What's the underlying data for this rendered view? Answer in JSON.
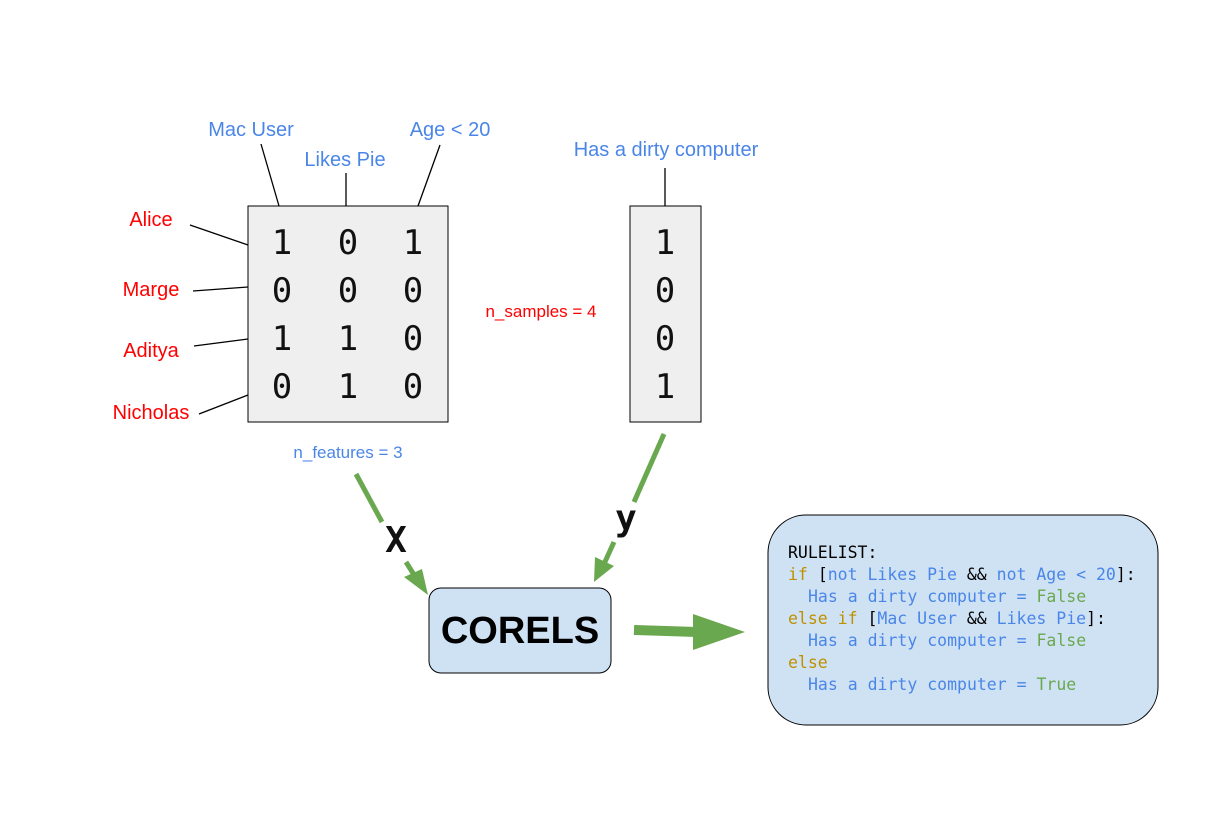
{
  "features": {
    "mac_user": "Mac User",
    "likes_pie": "Likes Pie",
    "age_lt_20": "Age < 20"
  },
  "target_label": "Has a dirty computer",
  "samples": [
    "Alice",
    "Marge",
    "Aditya",
    "Nicholas"
  ],
  "X_matrix": [
    [
      "1",
      "0",
      "1"
    ],
    [
      "0",
      "0",
      "0"
    ],
    [
      "1",
      "1",
      "0"
    ],
    [
      "0",
      "1",
      "0"
    ]
  ],
  "y_vector": [
    "1",
    "0",
    "0",
    "1"
  ],
  "n_samples_label": "n_samples = 4",
  "n_features_label": "n_features = 3",
  "x_arrow_label": "X",
  "y_arrow_label": "y",
  "model_box_label": "CORELS",
  "rulelist": {
    "header": "RULELIST:",
    "if_kw": "if",
    "else_if_kw": "else if",
    "else_kw": "else",
    "cond1_a": "not Likes Pie",
    "cond1_b": "not Age < 20",
    "cond2_a": "Mac User",
    "cond2_b": "Likes Pie",
    "and_op": "&&",
    "open_bracket": "[",
    "close_bracket": "]:",
    "target": "Has a dirty computer",
    "eq": "=",
    "false_val": "False",
    "true_val": "True"
  },
  "colors": {
    "feature_blue": "#4a86e8",
    "sample_red": "#ff0000",
    "arrow_green": "#6aa84f",
    "box_blue": "#cfe2f3",
    "matrix_gray": "#efefef",
    "keyword_gold": "#bf9000"
  }
}
